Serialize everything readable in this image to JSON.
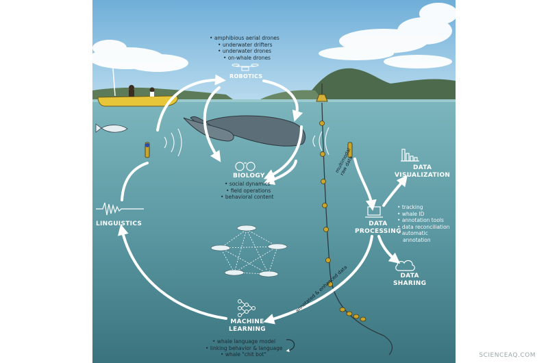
{
  "robotics": {
    "title": "ROBOTICS",
    "items": [
      "amphibious aerial drones",
      "underwater drifters",
      "underwater drones",
      "on-whale drones"
    ]
  },
  "biology": {
    "title": "BIOLOGY",
    "items": [
      "social dynamics",
      "field operations",
      "behavioral content"
    ]
  },
  "linguistics": {
    "title": "LINGUISTICS"
  },
  "machine_learning": {
    "title_line1": "MACHINE",
    "title_line2": "LEARNING",
    "items": [
      "whale language model",
      "linking behavior & language",
      "whale \"chit bot\""
    ]
  },
  "data_processing": {
    "title_line1": "DATA",
    "title_line2": "PROCESSING",
    "items": [
      "tracking",
      "whale ID",
      "annotation tools",
      "data reconciliation",
      "automatic",
      "annotation"
    ]
  },
  "data_visualization": {
    "title_line1": "DATA",
    "title_line2": "VISUALIZATION"
  },
  "data_sharing": {
    "title_line1": "DATA",
    "title_line2": "SHARING"
  },
  "arrow_labels": {
    "multimodal_line1": "multimodal",
    "multimodal_line2": "raw data",
    "annotated": "annotated & enhanced data"
  },
  "watermark": "SCIENCEAQ.COM",
  "colors": {
    "sky": "#8fc2e0",
    "ocean_top": "#6fa9b2",
    "ocean_bottom": "#3f7b86",
    "arrow": "#ffffff",
    "boat": "#e8c63a",
    "whale": "#5c6e78",
    "buoy": "#c9a52e"
  }
}
